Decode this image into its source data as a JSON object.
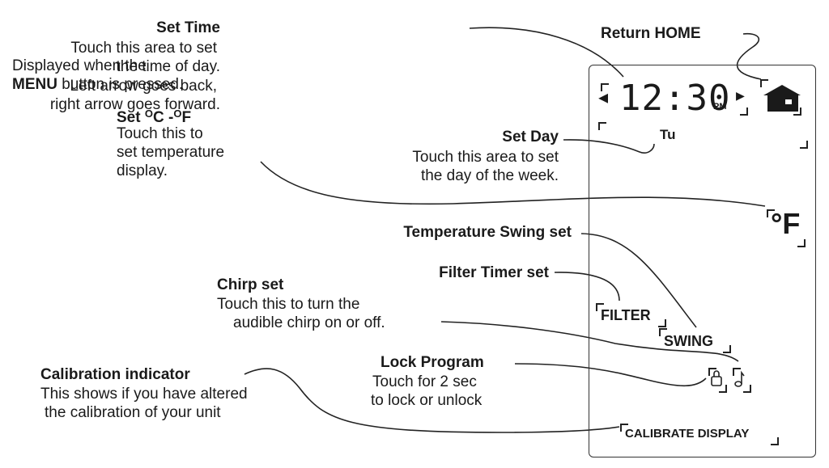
{
  "menu_note": {
    "line1": "Displayed when the",
    "bold": "MENU",
    "rest": " button is pressed."
  },
  "callouts": {
    "set_time": {
      "title": "Set Time",
      "lines": [
        "Touch this area to set",
        "the time of day.",
        "Left arrow goes back,",
        "right arrow goes forward."
      ]
    },
    "return_home": {
      "title": "Return HOME"
    },
    "set_cf": {
      "title_prefix": "Set ",
      "deg": "O",
      "c": "C -",
      "f": "F",
      "lines": [
        "Touch this to",
        "set temperature",
        "display."
      ]
    },
    "set_day": {
      "title": "Set Day",
      "lines": [
        "Touch this area to set",
        "the day of the week."
      ]
    },
    "temp_swing": {
      "title": "Temperature Swing set"
    },
    "filter_timer": {
      "title": "Filter Timer set"
    },
    "chirp": {
      "title": "Chirp set",
      "lines": [
        "Touch this to turn the",
        "audible chirp on or off."
      ]
    },
    "lock": {
      "title": "Lock Program",
      "lines": [
        "Touch for 2 sec",
        "to lock or unlock"
      ]
    },
    "calibration": {
      "title": "Calibration indicator",
      "lines": [
        "This shows if you have altered",
        "the calibration of your unit"
      ]
    }
  },
  "display": {
    "time": "12:30",
    "ampm": "PM",
    "day": "Tu",
    "temp_unit_symbol": "°F",
    "filter_label": "FILTER",
    "swing_label": "SWING",
    "calibrate_label": "CALIBRATE DISPLAY",
    "left_arrow": "◀",
    "right_arrow": "▶"
  }
}
